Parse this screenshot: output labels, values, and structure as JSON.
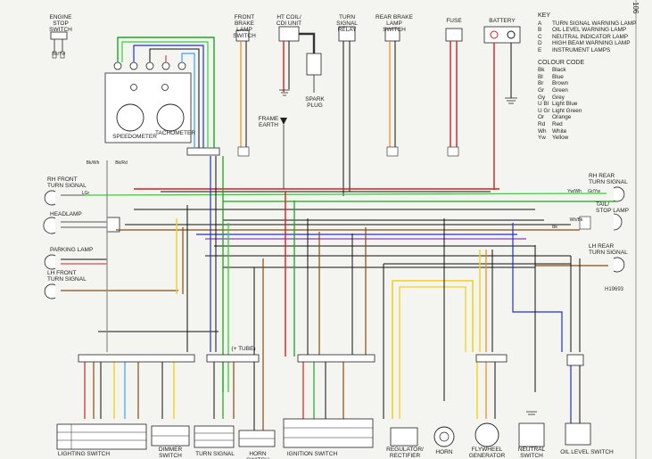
{
  "page_number": "106",
  "diagram_code": "H19693",
  "labels": {
    "engine_stop_switch": "ENGINE STOP\nSWITCH",
    "front_brake_lamp_switch": "FRONT BRAKE\nLAMP SWITCH",
    "ht_coil_cdi_unit": "HT COIL/\nCDI UNIT",
    "turn_signal_relay": "TURN SIGNAL\nRELAY",
    "rear_brake_lamp_switch": "REAR BRAKE\nLAMP SWITCH",
    "fuse": "FUSE",
    "battery": "BATTERY",
    "spark_plug": "SPARK\nPLUG",
    "frame_earth": "FRAME\nEARTH",
    "speedometer": "SPEEDOMETER",
    "tachometer": "TACHOMETER",
    "rh_front_turn_signal": "RH FRONT\nTURN SIGNAL",
    "headlamp": "HEADLAMP",
    "parking_lamp": "PARKING LAMP",
    "lh_front_turn_signal": "LH FRONT\nTURN SIGNAL",
    "rh_rear_turn_signal": "RH REAR\nTURN SIGNAL",
    "tail_stop_lamp": "TAIL/\nSTOP LAMP",
    "lh_rear_turn_signal": "LH REAR\nTURN SIGNAL",
    "lighting_switch": "LIGHTING SWITCH",
    "dimmer_switch": "DIMMER\nSWITCH",
    "turn_signal_switch": "TURN SIGNAL",
    "horn_switch": "HORN SWITCH",
    "ignition_switch": "IGNITION SWITCH",
    "regulator_rectifier": "REGULATOR/\nRECTIFIER",
    "horn": "HORN",
    "flywheel_generator": "FLYWHEEL\nGENERATOR",
    "neutral_switch": "NEUTRAL\nSWITCH",
    "oil_level_switch": "OIL LEVEL SWITCH",
    "g_tube": "(+ TUBE)"
  },
  "key": {
    "heading": "KEY",
    "items": [
      {
        "code": "A",
        "text": "TURN SIGNAL WARNING LAMP"
      },
      {
        "code": "B",
        "text": "OIL LEVEL WARNING LAMP"
      },
      {
        "code": "C",
        "text": "NEUTRAL INDICATOR LAMP"
      },
      {
        "code": "D",
        "text": "HIGH BEAM WARNING LAMP"
      },
      {
        "code": "E",
        "text": "INSTRUMENT LAMPS"
      }
    ]
  },
  "colour_code": {
    "heading": "COLOUR CODE",
    "items": [
      {
        "code": "Bk",
        "name": "Black"
      },
      {
        "code": "Bl",
        "name": "Blue"
      },
      {
        "code": "Br",
        "name": "Brown"
      },
      {
        "code": "Gr",
        "name": "Green"
      },
      {
        "code": "Gy",
        "name": "Grey"
      },
      {
        "code": "U Bl",
        "name": "Light Blue"
      },
      {
        "code": "U Gr",
        "name": "Light Green"
      },
      {
        "code": "Or",
        "name": "Orange"
      },
      {
        "code": "Rd",
        "name": "Red"
      },
      {
        "code": "Wh",
        "name": "White"
      },
      {
        "code": "Yw",
        "name": "Yellow"
      }
    ]
  },
  "wire_tags": {
    "bk_yw": "Bk/Yw",
    "bk_wh": "Bk/Wh",
    "bk_rd": "Bk/Rd",
    "lgr": "LGr",
    "bk": "Bk",
    "yw_wh": "Yw/Wh",
    "gr_yw": "Gr/Yw",
    "wh_bk": "Wh/Bk"
  },
  "wire_colors": {
    "red": "#d42020",
    "green": "#1aa81a",
    "light_green": "#33d133",
    "blue": "#2030d0",
    "light_blue": "#3aa0ff",
    "black": "#111111",
    "grey": "#8a8a8a",
    "brown": "#8a4a10",
    "orange": "#f08a10",
    "yellow": "#f2d21a",
    "white": "#ffffff",
    "purple": "#8a3ad0"
  }
}
